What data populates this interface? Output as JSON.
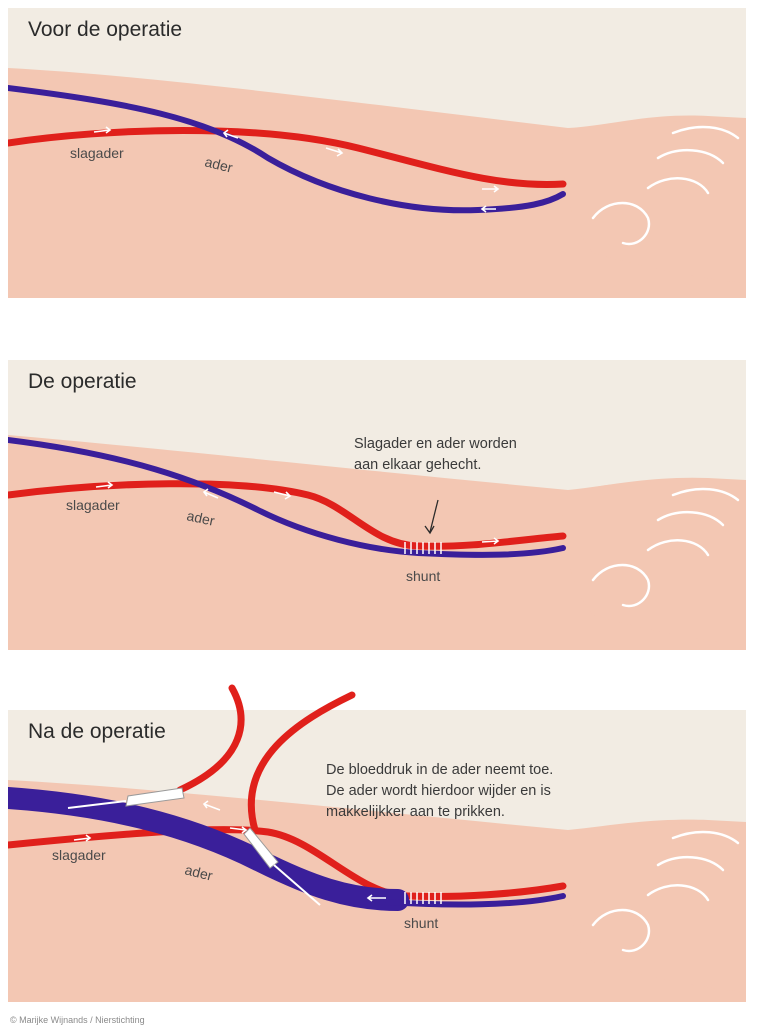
{
  "panels": [
    {
      "title": "Voor de operatie",
      "labels": {
        "artery": "slagader",
        "vein": "ader"
      }
    },
    {
      "title": "De operatie",
      "note": "Slagader en ader worden\naan elkaar gehecht.",
      "labels": {
        "artery": "slagader",
        "vein": "ader",
        "shunt": "shunt"
      }
    },
    {
      "title": "Na de operatie",
      "note": "De bloeddruk in de ader neemt toe.\nDe ader wordt hierdoor wijder en is\nmakkelijkker aan te prikken.",
      "labels": {
        "artery": "slagader",
        "vein": "ader",
        "shunt": "shunt"
      }
    }
  ],
  "credit": "© Marijke Wijnands / Nierstichting",
  "colors": {
    "artery": "#e0201b",
    "vein": "#3a1f9a",
    "skin": "#f3c7b3",
    "panel": "#f2ece3",
    "knuckle_line": "#ffffff"
  }
}
